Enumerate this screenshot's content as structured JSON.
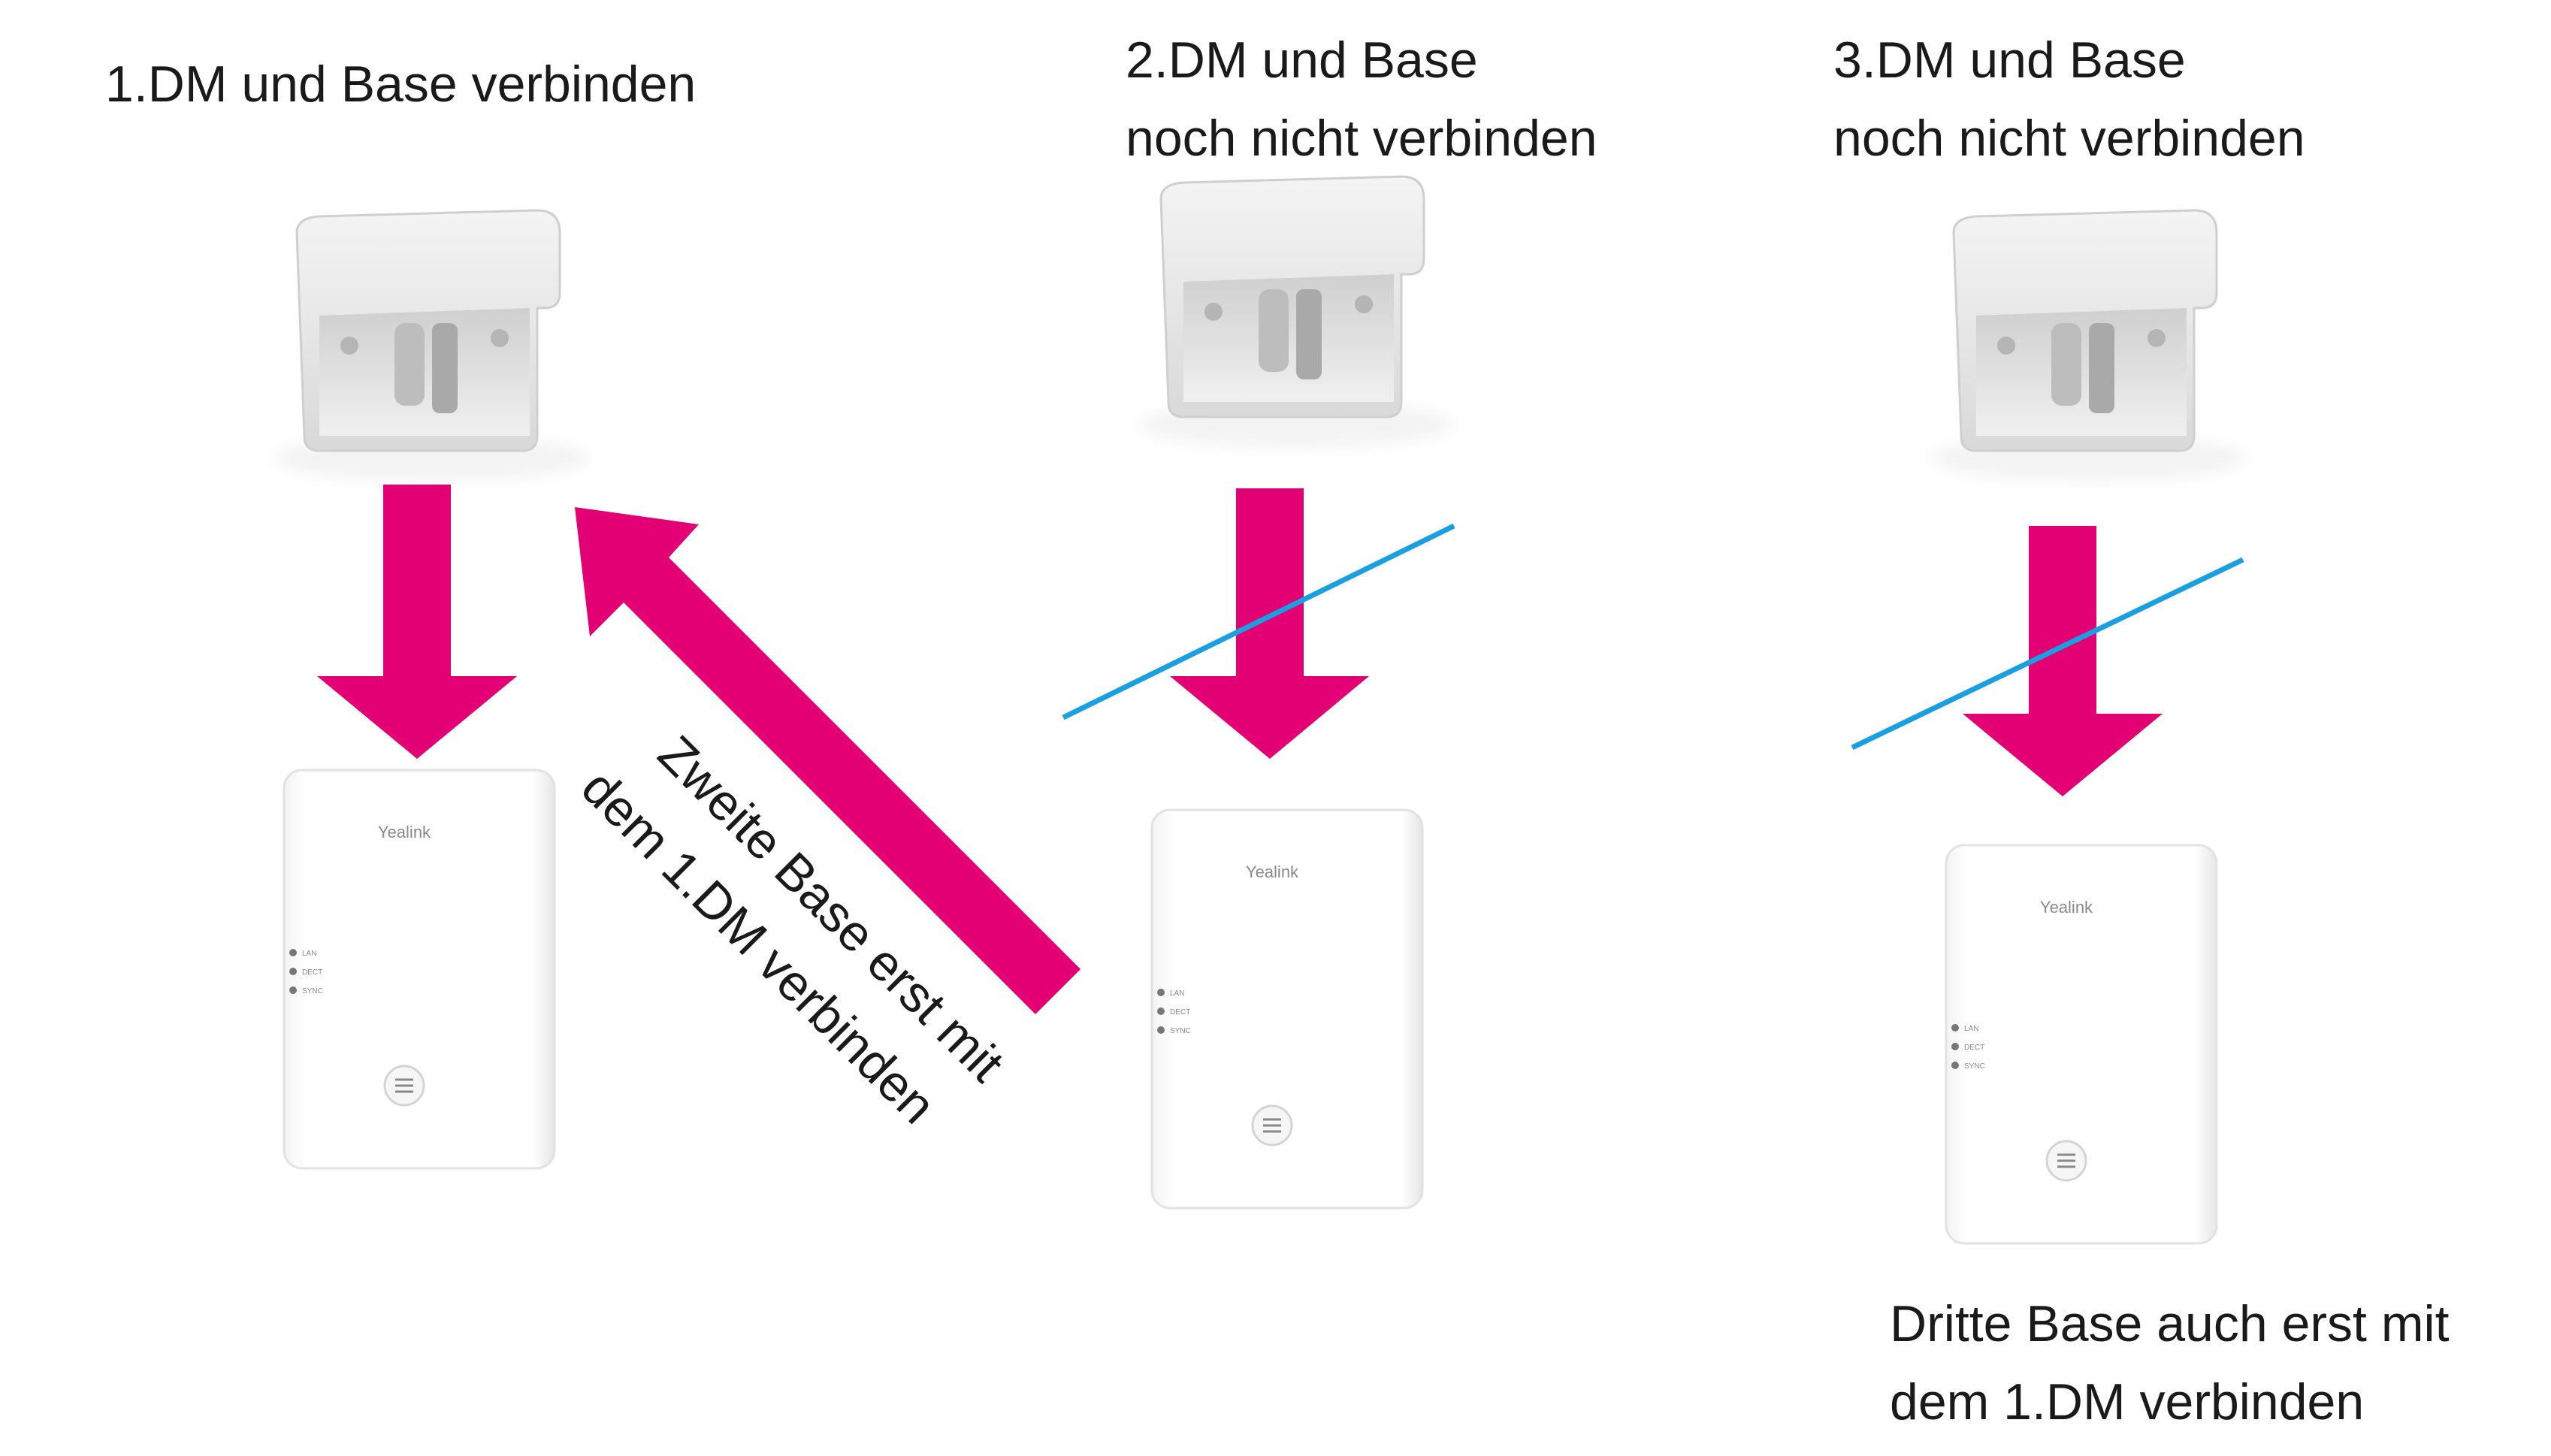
{
  "colors": {
    "arrow": "#e20074",
    "strike": "#1aa0e0",
    "device_body": "#ffffff",
    "device_edge": "#e3e3e3",
    "mount_body": "#eeeeee",
    "text": "#1a1a1a"
  },
  "columns": [
    {
      "label_lines": [
        "1.DM und Base verbinden"
      ],
      "mount_icon": "wall-mount-bracket",
      "base_brand": "Yealink",
      "crossed_out": false
    },
    {
      "label_lines": [
        "2.DM und Base",
        "noch nicht verbinden"
      ],
      "mount_icon": "wall-mount-bracket",
      "base_brand": "Yealink",
      "crossed_out": true
    },
    {
      "label_lines": [
        "3.DM und Base",
        "noch nicht verbinden"
      ],
      "mount_icon": "wall-mount-bracket",
      "base_brand": "Yealink",
      "crossed_out": true
    }
  ],
  "diagonal_note": {
    "lines": [
      "Zweite Base erst mit",
      "dem 1.DM verbinden"
    ]
  },
  "bottom_note": {
    "lines": [
      "Dritte Base auch erst mit",
      "dem 1.DM verbinden"
    ]
  },
  "led_labels": [
    "LAN",
    "DECT",
    "SYNC"
  ]
}
